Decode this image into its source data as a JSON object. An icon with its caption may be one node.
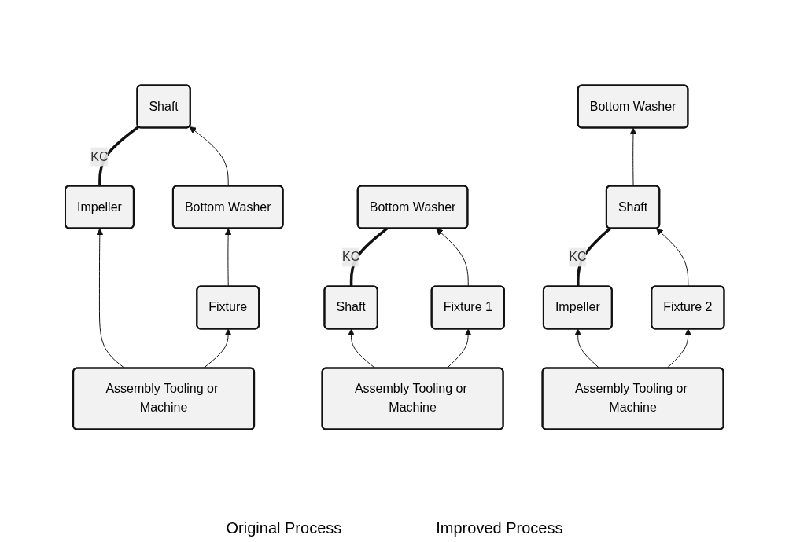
{
  "diagram": {
    "nodes": [
      {
        "text": [
          "Impeller"
        ]
      },
      {
        "text": [
          "Shaft"
        ]
      },
      {
        "text": [
          "Bottom Washer"
        ]
      },
      {
        "text": [
          "Fixture"
        ]
      },
      {
        "text": [
          "Assembly Tooling or Machine"
        ]
      },
      {
        "text": [
          "Shaft"
        ]
      },
      {
        "text": [
          "Bottom Washer"
        ]
      },
      {
        "text": [
          "Fixture 1"
        ]
      },
      {
        "text": [
          "Assembly Tooling or Machine"
        ]
      },
      {
        "text": [
          "Impeller"
        ]
      },
      {
        "text": [
          "Shaft"
        ]
      },
      {
        "text": [
          "Bottom Washer"
        ]
      },
      {
        "text": [
          "Fixture 2"
        ]
      },
      {
        "text": [
          "Assembly Tooling or Machine"
        ]
      }
    ],
    "edges": [
      {
        "from": 0,
        "to": 1,
        "arrow": "none",
        "label": "KC",
        "style": "thick"
      },
      {
        "from": 2,
        "to": 1,
        "arrow": "to"
      },
      {
        "from": 3,
        "to": 2,
        "arrow": "to"
      },
      {
        "from": 4,
        "to": 0,
        "arrow": "to"
      },
      {
        "from": 4,
        "to": 3,
        "arrow": "to"
      },
      {
        "from": 5,
        "to": 6,
        "arrow": "none",
        "label": "KC",
        "style": "thick"
      },
      {
        "from": 7,
        "to": 6,
        "arrow": "to"
      },
      {
        "from": 8,
        "to": 5,
        "arrow": "to"
      },
      {
        "from": 8,
        "to": 7,
        "arrow": "to"
      },
      {
        "from": 9,
        "to": 10,
        "arrow": "none",
        "label": "KC",
        "style": "thick"
      },
      {
        "from": 10,
        "to": 11,
        "arrow": "to"
      },
      {
        "from": 12,
        "to": 10,
        "arrow": "to"
      },
      {
        "from": 13,
        "to": 9,
        "arrow": "to"
      },
      {
        "from": 13,
        "to": 12,
        "arrow": "to"
      }
    ],
    "labels": [
      "Original Process",
      "Improved Process"
    ]
  }
}
